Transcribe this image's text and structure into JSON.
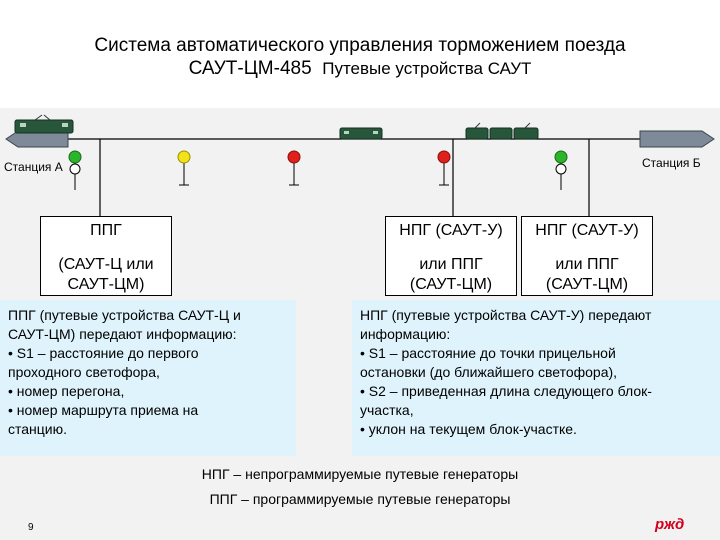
{
  "title": {
    "line1": "Система автоматического управления торможением поезда",
    "line2_main": "САУТ-ЦМ-485",
    "line2_sub": "Путевые устройства САУТ"
  },
  "stations": {
    "a": "Станция А",
    "b": "Станция Б"
  },
  "boxes": {
    "ppg": {
      "line1": "ППГ",
      "line2": "(САУТ-Ц или",
      "line3": "САУТ-ЦМ)"
    },
    "npg1": {
      "line1": "НПГ (САУТ-У)",
      "line2": "или ППГ",
      "line3": "(САУТ-ЦМ)"
    },
    "npg2": {
      "line1": "НПГ (САУТ-У)",
      "line2": "или ППГ",
      "line3": "(САУТ-ЦМ)"
    }
  },
  "info_left": [
    "ППГ (путевые устройства САУТ-Ц и",
    "САУТ-ЦМ) передают информацию:",
    "• S1 – расстояние до первого",
    "проходного светофора,",
    "• номер перегона,",
    "• номер маршрута приема на",
    "станцию."
  ],
  "info_right": [
    "НПГ (путевые устройства САУТ-У) передают",
    "информацию:",
    "• S1 – расстояние до точки прицельной",
    "остановки (до ближайшего светофора),",
    "• S2 – приведенная длина следующего блок-",
    "участка,",
    "• уклон на текущем блок-участке."
  ],
  "legend": {
    "npg": "НПГ – непрограммируемые путевые генераторы",
    "ppg": "ППГ – программируемые путевые генераторы"
  },
  "page_number": "9",
  "logo": "ржд",
  "colors": {
    "signal_green": "#2bb52b",
    "signal_yellow": "#f2e21a",
    "signal_red": "#e0201b",
    "info_bg": "#def3fb",
    "band_bg": "#f2f2f2",
    "logo": "#d2001f"
  }
}
